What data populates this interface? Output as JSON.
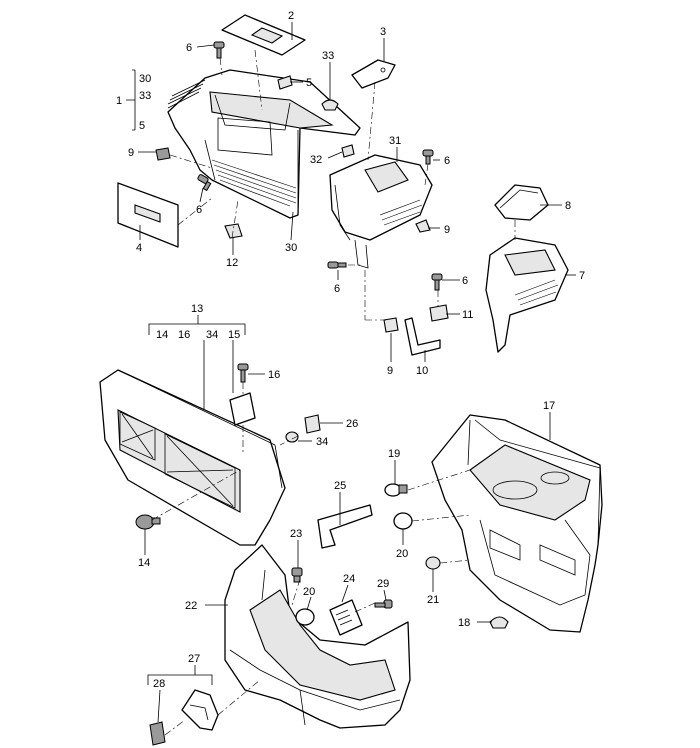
{
  "callouts": {
    "c1": "1",
    "c2": "2",
    "c3": "3",
    "c4": "4",
    "c5a": "5",
    "c5b": "5",
    "c6a": "6",
    "c6b": "6",
    "c6c": "6",
    "c6d": "6",
    "c6e": "6",
    "c7": "7",
    "c8": "8",
    "c9a": "9",
    "c9b": "9",
    "c9c": "9",
    "c10": "10",
    "c11": "11",
    "c12": "12",
    "c13": "13",
    "c14a": "14",
    "c14b": "14",
    "c15": "15",
    "c16a": "16",
    "c16b": "16",
    "c17": "17",
    "c18": "18",
    "c19": "19",
    "c20a": "20",
    "c20b": "20",
    "c21": "21",
    "c22": "22",
    "c23": "23",
    "c24": "24",
    "c25": "25",
    "c26": "26",
    "c27": "27",
    "c28": "28",
    "c29": "29",
    "c30a": "30",
    "c30b": "30",
    "c31": "31",
    "c32": "32",
    "c33a": "33",
    "c33b": "33",
    "c34a": "34",
    "c34b": "34"
  }
}
